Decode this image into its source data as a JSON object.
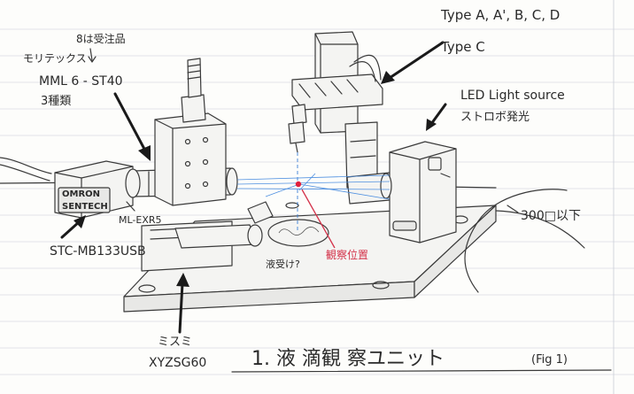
{
  "labels": {
    "order_note": "8は受注品",
    "maker": "モリテックス",
    "lens_model": "MML 6 - ST40",
    "lens_variants": "3種類",
    "camera_brand_1": "OMRON",
    "camera_brand_2": "SENTECH",
    "light_model": "ML-EXR5",
    "camera_model": "STC-MB133USB",
    "type_line_1": "Type A, A', B, C, D",
    "type_line_2": "Type C",
    "led_line_1": "LED Light source",
    "led_line_2": "ストロボ発光",
    "size_note": "300□以下",
    "observation_point": "観察位置",
    "droplet_question": "液受け?",
    "stage_maker": "ミスミ",
    "stage_model": "XYZSG60",
    "figure_title": "1. 液 滴観 察ユニット",
    "figure_tag": "(Fig 1)"
  },
  "colors": {
    "ink": "#2a2a2a",
    "red_ink": "#d4324a",
    "beam_blue": "#3b7fd6",
    "rule_line": "#d8dbe3"
  }
}
